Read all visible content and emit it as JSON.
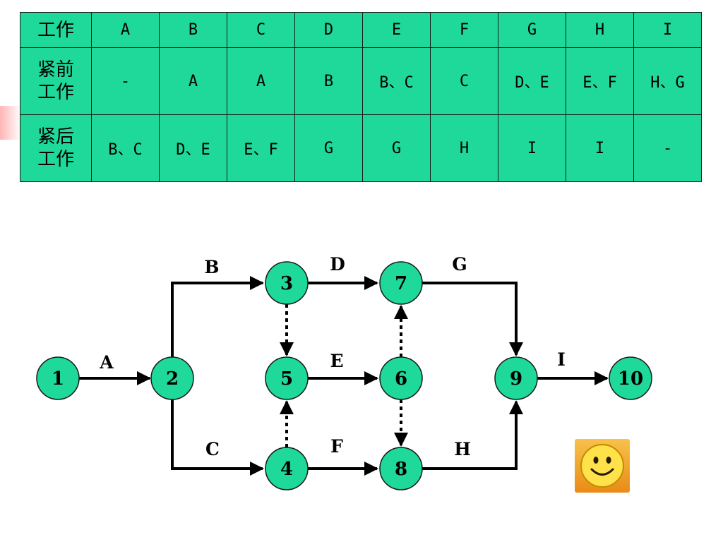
{
  "table": {
    "header_row": {
      "label": "工作",
      "cells": [
        "A",
        "B",
        "C",
        "D",
        "E",
        "F",
        "G",
        "H",
        "I"
      ]
    },
    "predecessor_row": {
      "label_line1": "紧前",
      "label_line2": "工作",
      "cells": [
        "-",
        "A",
        "A",
        "B",
        "B、C",
        "C",
        "D、E",
        "E、F",
        "H、G"
      ]
    },
    "successor_row": {
      "label_line1": "紧后",
      "label_line2": "工作",
      "cells": [
        "B、C",
        "D、E",
        "E、F",
        "G",
        "G",
        "H",
        "I",
        "I",
        "-"
      ]
    }
  },
  "network": {
    "nodes": [
      "1",
      "2",
      "3",
      "4",
      "5",
      "6",
      "7",
      "8",
      "9",
      "10"
    ],
    "activities": [
      {
        "label": "A",
        "from": "1",
        "to": "2"
      },
      {
        "label": "B",
        "from": "2",
        "to": "3"
      },
      {
        "label": "C",
        "from": "2",
        "to": "4"
      },
      {
        "label": "D",
        "from": "3",
        "to": "7"
      },
      {
        "label": "E",
        "from": "5",
        "to": "6"
      },
      {
        "label": "F",
        "from": "4",
        "to": "8"
      },
      {
        "label": "G",
        "from": "7",
        "to": "9"
      },
      {
        "label": "H",
        "from": "8",
        "to": "9"
      },
      {
        "label": "I",
        "from": "9",
        "to": "10"
      }
    ],
    "dummy_activities": [
      {
        "from": "3",
        "to": "5"
      },
      {
        "from": "4",
        "to": "5"
      },
      {
        "from": "6",
        "to": "7"
      },
      {
        "from": "6",
        "to": "8"
      }
    ]
  },
  "colors": {
    "node_fill": "#1fd99a",
    "table_fill": "#1fd99a",
    "line": "#000000"
  },
  "icons": {
    "decoration": "smiley-face-icon"
  }
}
